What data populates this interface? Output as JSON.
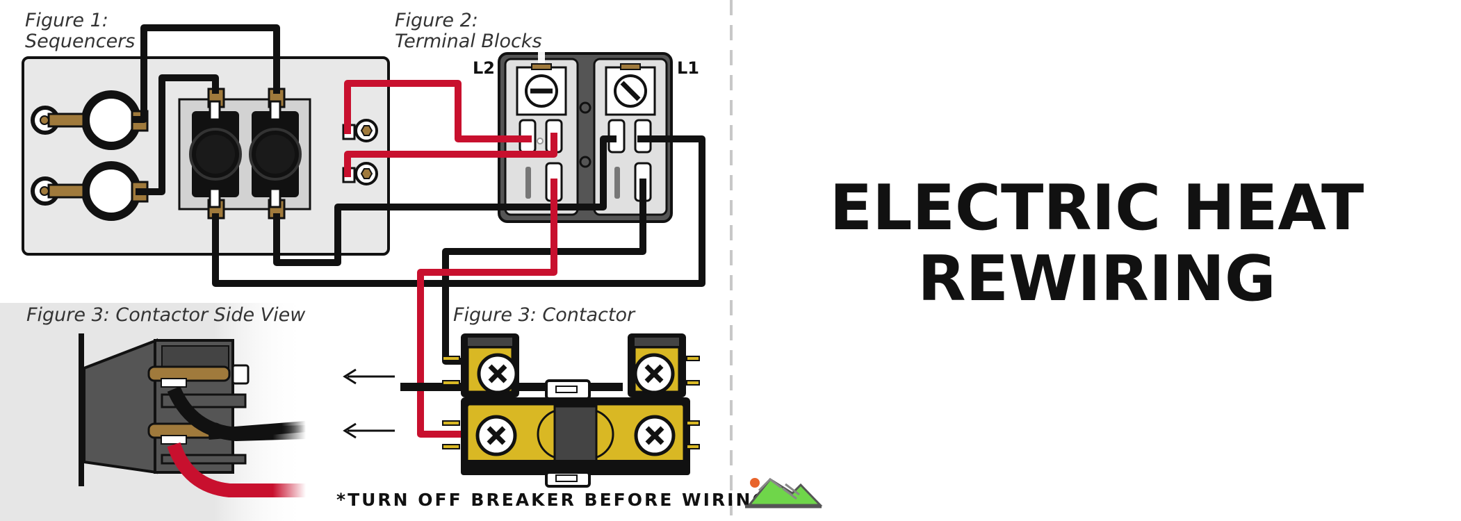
{
  "figures": {
    "fig1_line1": "Figure 1:",
    "fig1_line2": "Sequencers",
    "fig2_line1": "Figure 2:",
    "fig2_line2": "Terminal Blocks",
    "fig3_side": "Figure 3: Contactor Side View",
    "fig3_contactor": "Figure 3: Contactor"
  },
  "terminals": {
    "left": "L2",
    "right": "L1"
  },
  "warning": "*TURN OFF BREAKER BEFORE WIRING*",
  "title": {
    "line1": "ELECTRIC HEAT",
    "line2": "REWIRING"
  },
  "colors": {
    "wire_black": "#111111",
    "wire_red": "#c8102e",
    "brass": "#a07a3c",
    "contactor_yellow": "#d9b824",
    "panel_grey": "#e8e8e8",
    "logo_green": "#6fd64a",
    "logo_orange": "#e8642b"
  },
  "icons": [
    "brand-logo-icon",
    "arrow-left-icon",
    "screw-icon"
  ]
}
